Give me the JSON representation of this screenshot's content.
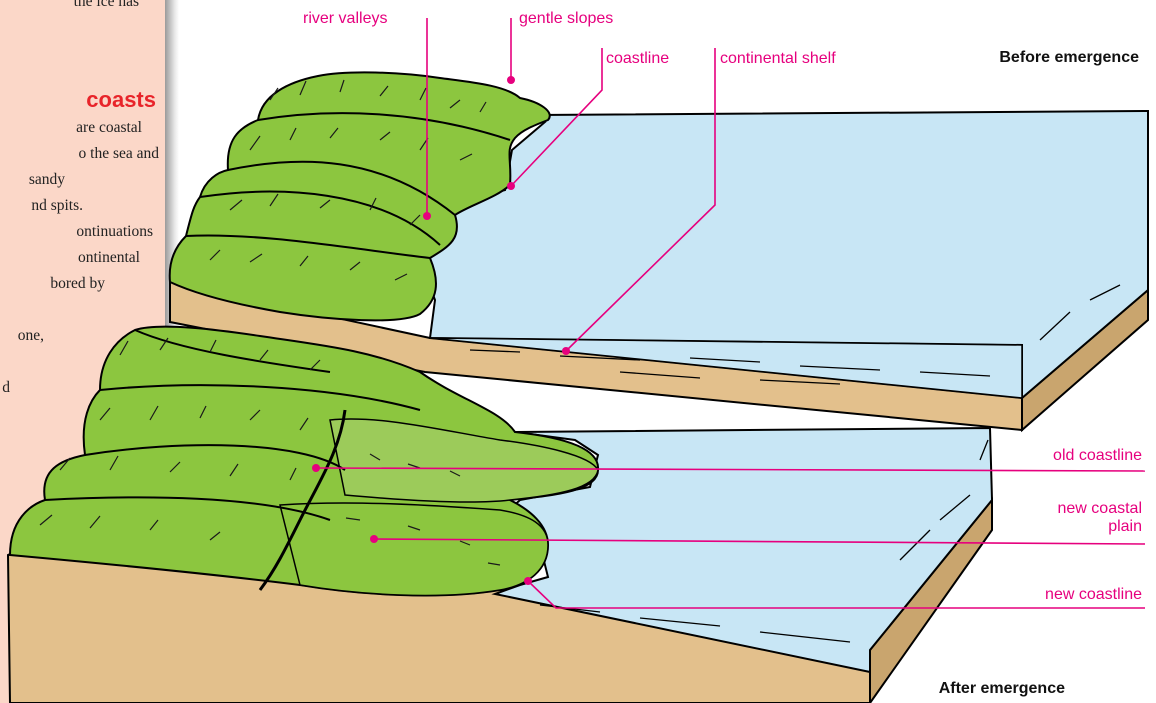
{
  "sidebar": {
    "lines": [
      "the ice has",
      "are coastal",
      "o the sea and",
      "sandy",
      "nd spits.",
      "ontinuations",
      "ontinental",
      "bored by",
      "one,",
      "d"
    ],
    "heading": "coasts",
    "colors": {
      "background": "#fbd7c8",
      "heading": "#e8242a"
    }
  },
  "diagram": {
    "top_block_title": "Before emergence",
    "bottom_block_title": "After emergence",
    "labels": {
      "river_valleys": "river valleys",
      "gentle_slopes": "gentle slopes",
      "coastline": "coastline",
      "continental_shelf": "continental shelf",
      "old_coastline": "old coastline",
      "new_coastal_plain_1": "new coastal",
      "new_coastal_plain_2": "plain",
      "new_coastline": "new coastline"
    },
    "colors": {
      "label": "#e6007e",
      "land": "#8cc63f",
      "land_dark": "#6f9d3a",
      "sea": "#c8e6f5",
      "earth": "#e3c08c"
    }
  }
}
